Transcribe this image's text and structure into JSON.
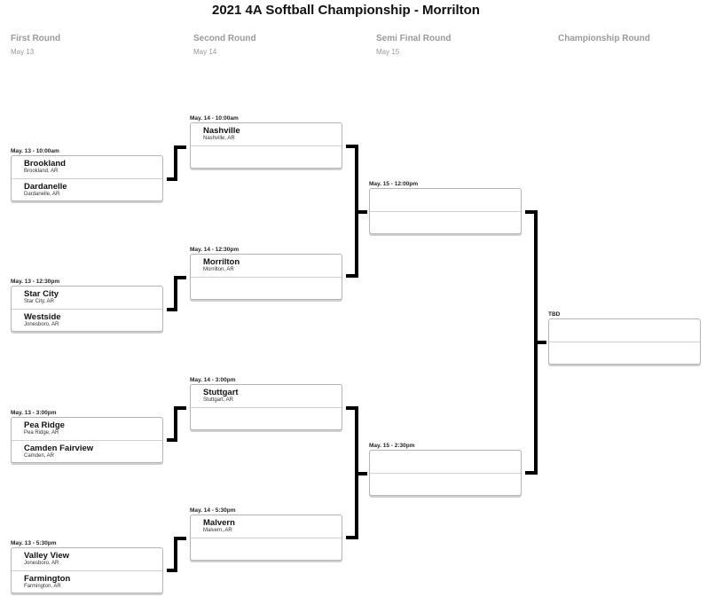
{
  "title": "2021 4A Softball Championship - Morrilton",
  "rounds": [
    {
      "name": "First Round",
      "date": "May 13"
    },
    {
      "name": "Second Round",
      "date": "May 14"
    },
    {
      "name": "Semi Final Round",
      "date": "May 15"
    },
    {
      "name": "Championship Round",
      "date": ""
    }
  ],
  "matches": {
    "r1m1": {
      "time": "May. 13 - 10:00am",
      "teams": [
        {
          "name": "Brookland",
          "loc": "Brookland, AR"
        },
        {
          "name": "Dardanelle",
          "loc": "Dardanelle, AR"
        }
      ]
    },
    "r1m2": {
      "time": "May. 13 - 12:30pm",
      "teams": [
        {
          "name": "Star City",
          "loc": "Star City, AR"
        },
        {
          "name": "Westside",
          "loc": "Jonesboro, AR"
        }
      ]
    },
    "r1m3": {
      "time": "May. 13 - 3:00pm",
      "teams": [
        {
          "name": "Pea Ridge",
          "loc": "Pea Ridge, AR"
        },
        {
          "name": "Camden Fairview",
          "loc": "Camden, AR"
        }
      ]
    },
    "r1m4": {
      "time": "May. 13 - 5:30pm",
      "teams": [
        {
          "name": "Valley View",
          "loc": "Jonesboro, AR"
        },
        {
          "name": "Farmington",
          "loc": "Farmington, AR"
        }
      ]
    },
    "r2m1": {
      "time": "May. 14 - 10:00am",
      "teams": [
        {
          "name": "Nashville",
          "loc": "Nashville, AR"
        },
        {
          "name": "",
          "loc": ""
        }
      ]
    },
    "r2m2": {
      "time": "May. 14 - 12:30pm",
      "teams": [
        {
          "name": "Morrilton",
          "loc": "Morrilton, AR"
        },
        {
          "name": "",
          "loc": ""
        }
      ]
    },
    "r2m3": {
      "time": "May. 14 - 3:00pm",
      "teams": [
        {
          "name": "Stuttgart",
          "loc": "Stuttgart, AR"
        },
        {
          "name": "",
          "loc": ""
        }
      ]
    },
    "r2m4": {
      "time": "May. 14 - 5:30pm",
      "teams": [
        {
          "name": "Malvern",
          "loc": "Malvern, AR"
        },
        {
          "name": "",
          "loc": ""
        }
      ]
    },
    "r3m1": {
      "time": "May. 15 - 12:00pm",
      "teams": [
        {
          "name": "",
          "loc": ""
        },
        {
          "name": "",
          "loc": ""
        }
      ]
    },
    "r3m2": {
      "time": "May. 15 - 2:30pm",
      "teams": [
        {
          "name": "",
          "loc": ""
        },
        {
          "name": "",
          "loc": ""
        }
      ]
    },
    "r4m1": {
      "time": "TBD",
      "teams": [
        {
          "name": "",
          "loc": ""
        },
        {
          "name": "",
          "loc": ""
        }
      ]
    }
  }
}
